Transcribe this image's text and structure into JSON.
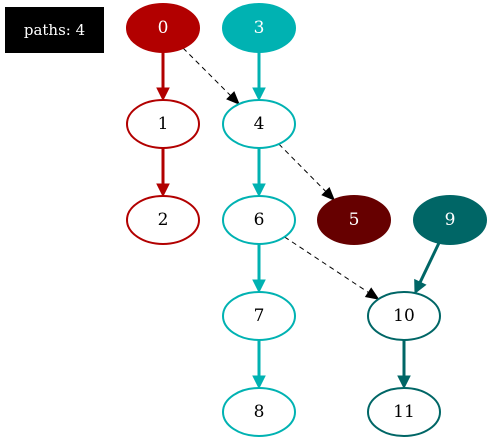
{
  "legend": {
    "text": "paths: 4",
    "background": "#000000",
    "color": "#ffffff"
  },
  "colors": {
    "red": "#b20000",
    "teal": "#00b2b2",
    "dark_red": "#660000",
    "dark_teal": "#006666",
    "edge_dashed": "#000000",
    "node_fill_default": "#ffffff"
  },
  "nodes": [
    {
      "id": "0",
      "label": "0",
      "style": "filled",
      "color": "red"
    },
    {
      "id": "1",
      "label": "1",
      "style": "outline",
      "color": "red"
    },
    {
      "id": "2",
      "label": "2",
      "style": "outline",
      "color": "red"
    },
    {
      "id": "3",
      "label": "3",
      "style": "filled",
      "color": "teal"
    },
    {
      "id": "4",
      "label": "4",
      "style": "outline",
      "color": "teal"
    },
    {
      "id": "5",
      "label": "5",
      "style": "filled",
      "color": "dark_red"
    },
    {
      "id": "6",
      "label": "6",
      "style": "outline",
      "color": "teal"
    },
    {
      "id": "7",
      "label": "7",
      "style": "outline",
      "color": "teal"
    },
    {
      "id": "8",
      "label": "8",
      "style": "outline",
      "color": "teal"
    },
    {
      "id": "9",
      "label": "9",
      "style": "filled",
      "color": "dark_teal"
    },
    {
      "id": "10",
      "label": "10",
      "style": "outline",
      "color": "dark_teal"
    },
    {
      "id": "11",
      "label": "11",
      "style": "outline",
      "color": "dark_teal"
    }
  ],
  "edges": [
    {
      "from": "0",
      "to": "1",
      "style": "solid",
      "color": "red"
    },
    {
      "from": "1",
      "to": "2",
      "style": "solid",
      "color": "red"
    },
    {
      "from": "0",
      "to": "4",
      "style": "dashed",
      "color": "edge_dashed"
    },
    {
      "from": "3",
      "to": "4",
      "style": "solid",
      "color": "teal"
    },
    {
      "from": "4",
      "to": "6",
      "style": "solid",
      "color": "teal"
    },
    {
      "from": "4",
      "to": "5",
      "style": "dashed",
      "color": "edge_dashed"
    },
    {
      "from": "6",
      "to": "7",
      "style": "solid",
      "color": "teal"
    },
    {
      "from": "7",
      "to": "8",
      "style": "solid",
      "color": "teal"
    },
    {
      "from": "6",
      "to": "10",
      "style": "dashed",
      "color": "edge_dashed"
    },
    {
      "from": "9",
      "to": "10",
      "style": "solid",
      "color": "dark_teal"
    },
    {
      "from": "10",
      "to": "11",
      "style": "solid",
      "color": "dark_teal"
    }
  ]
}
